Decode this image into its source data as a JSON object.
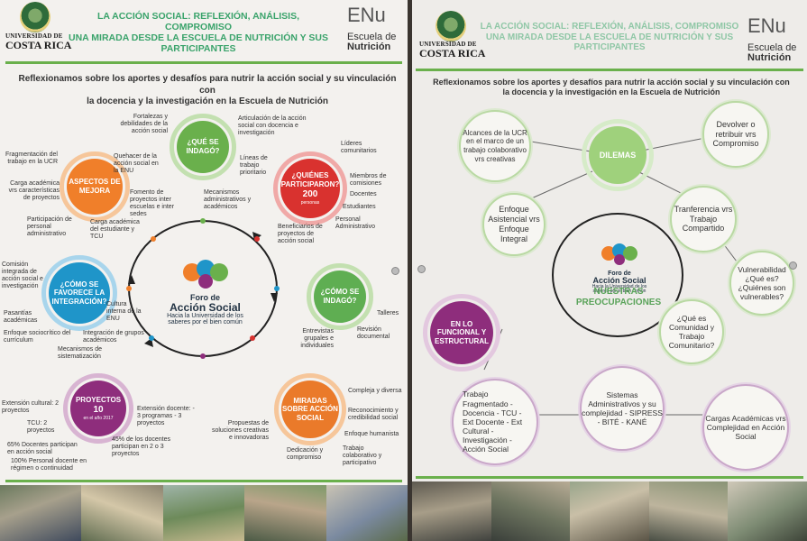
{
  "left": {
    "ucr": {
      "line1": "UNIVERSIDAD DE",
      "line2": "COSTA RICA"
    },
    "title_lines": [
      "LA ACCIÓN SOCIAL:  REFLEXIÓN, ANÁLISIS, COMPROMISO",
      "UNA MIRADA DESDE LA ESCUELA DE NUTRICIÓN Y SUS",
      "PARTICIPANTES"
    ],
    "enu": {
      "logo": "ENu",
      "escuela": "Escuela de",
      "nutricion": "Nutrición"
    },
    "subtitle_lines": [
      "Reflexionamos sobre los aportes y desafíos para nutrir la acción social y su vinculación con",
      "la docencia y la investigación  en la Escuela de Nutrición"
    ],
    "center": {
      "line1": "Foro de",
      "line2": "Acción Social",
      "line3": "Hacia la Universidad de los",
      "line4": "saberes por el bien común"
    },
    "circles": {
      "que_se_indago": "¿QUÉ SE INDAGÓ?",
      "aspectos": "ASPECTOS DE MEJORA",
      "quienes": "¿QUIÉNES PARTICIPARON?",
      "quienes_num": "200",
      "quienes_sub": "personas",
      "como_integracion": "¿CÓMO SE FAVORECE LA INTEGRACIÓN?",
      "como_indago": "¿CÓMO SE INDAGÓ?",
      "proyectos": "PROYECTOS",
      "proyectos_num": "10",
      "proyectos_sub": "en el año 2017",
      "miradas": "MIRADAS SOBRE ACCIÓN SOCIAL"
    },
    "labels": {
      "fortalezas": "Fortalezas y debilidades de la acción social",
      "articulacion": "Articulación de la acción social con docencia e investigación",
      "quehacer": "Quehacer de la acción social en la ENU",
      "lineas": "Líneas de trabajo prioritario",
      "mecanismos": "Mecanismos administrativos y académicos",
      "fragmentacion": "Fragmentación del trabajo en la UCR",
      "carga_academica": "Carga académica vrs características de proyectos",
      "fomento": "Fomento de proyectos inter escuelas e inter sedes",
      "participacion": "Participación de personal administrativo",
      "carga_estudiante": "Carga académica del estudiante y TCU",
      "lideres": "Líderes comunitarios",
      "miembros": "Miembros de comisiones",
      "docentes": "Docentes",
      "estudiantes": "Estudiantes",
      "personal_admin": "Personal Administrativo",
      "beneficiarios": "Beneficiarios de proyectos de acción social",
      "comision": "Comisión integrada de acción social e investigación",
      "cultura": "Cultura interna de la ENU",
      "pasantias": "Pasantías académicas",
      "enfoque_socio": "Enfoque sociocrítico del currículum",
      "integracion_grupos": "Integración de grupos académicos",
      "mec_sistem": "Mecanismos de sistematización",
      "talleres": "Talleres",
      "entrevistas": "Entrevistas grupales e individuales",
      "revision": "Revisión documental",
      "ext_cultural": "Extensión cultural: 2 proyectos",
      "tcu": "TCU: 2 proyectos",
      "ext_docente": "Extensión docente: - 3 programas - 3 proyectos",
      "docentes45": "45% de los docentes participan en 2 o 3 proyectos",
      "docentes65": "65% Docentes participan en acción social",
      "docentes100": "100% Personal docente en régimen o continuidad",
      "compleja": "Compleja y diversa",
      "reconocimiento": "Reconocimiento y credibilidad social",
      "propuestas": "Propuestas de soluciones creativas e innovadoras",
      "enfoque_humanista": "Enfoque humanista",
      "dedicacion": "Dedicación y compromiso",
      "trabajo_colab": "Trabajo colaborativo y participativo"
    }
  },
  "right": {
    "ucr": {
      "line1": "UNIVERSIDAD DE",
      "line2": "COSTA RICA"
    },
    "title_lines": [
      "LA ACCIÓN SOCIAL:  REFLEXIÓN, ANÁLISIS, COMPROMISO",
      "UNA MIRADA DESDE LA ESCUELA DE NUTRICIÓN Y SUS",
      "PARTICIPANTES"
    ],
    "enu": {
      "logo": "ENu",
      "escuela": "Escuela de",
      "nutricion": "Nutrición"
    },
    "subtitle_lines": [
      "Reflexionamos sobre los aportes y desafíos para nutrir la acción social y su vinculación con",
      "la docencia y la investigación  en la Escuela de Nutrición"
    ],
    "center": {
      "line1": "Foro de",
      "line2": "Acción Social",
      "line3": "Hacia la Universidad de los",
      "line4": "saberes por el bien común"
    },
    "dilemas": "DILEMAS",
    "preocupaciones": "NUESTRAS PREOCUPACIONES",
    "funcional": "EN LO FUNCIONAL Y ESTRUCTURAL",
    "bubbles": {
      "alcances": "Alcances de la UCR en el marco de un trabajo colaborativo vrs creativas",
      "devolver": "Devolver o retribuir vrs Compromiso",
      "enfoque": "Enfoque Asistencial vrs Enfoque Integral",
      "transferencia": "Tranferencia vrs Trabajo Compartido",
      "vulnerabilidad": "Vulnerabilidad ¿Qué es? ¿Quiénes son vulnerables?",
      "comunidad": "¿Qué es Comunidad y Trabajo Comunitario?",
      "fragmentado": "Trabajo Fragmentado -Docencia - TCU - Ext Docente - Ext Cultural -Investigación - Acción Social",
      "sistemas": "Sistemas Administrativos y su complejidad - SIPRESS - BITÉ - KANÉ",
      "cargas": "Cargas Académicas vrs Complejidad en Acción Social"
    }
  },
  "colors": {
    "green": "#6ab04c",
    "orange": "#f07f2a",
    "red": "#d9322f",
    "blue": "#1f95c9",
    "purple": "#8e2d7c",
    "teal_title": "#3aa36b"
  }
}
